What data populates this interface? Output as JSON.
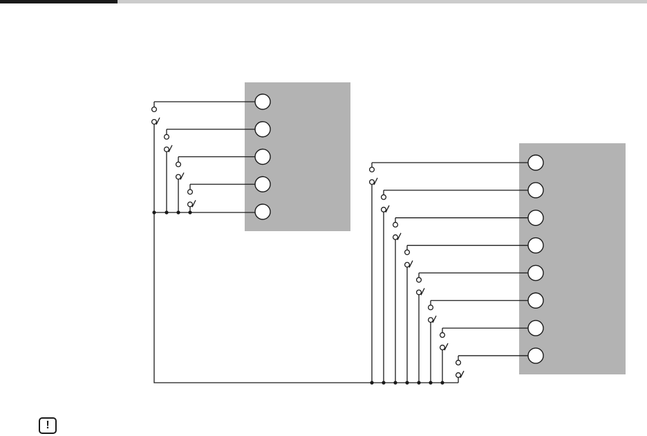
{
  "header": {
    "accent_color": "#1a1a1a",
    "track_color": "#cccccc"
  },
  "diagram": {
    "device_color": "#b3b3b3",
    "line_color": "#1a1a1a",
    "left_unit": {
      "terminal_count": 5,
      "switch_count": 4
    },
    "right_unit": {
      "terminal_count": 8,
      "switch_count": 8
    }
  },
  "notice": {
    "icon": "exclamation-notice-icon",
    "glyph": "!"
  }
}
